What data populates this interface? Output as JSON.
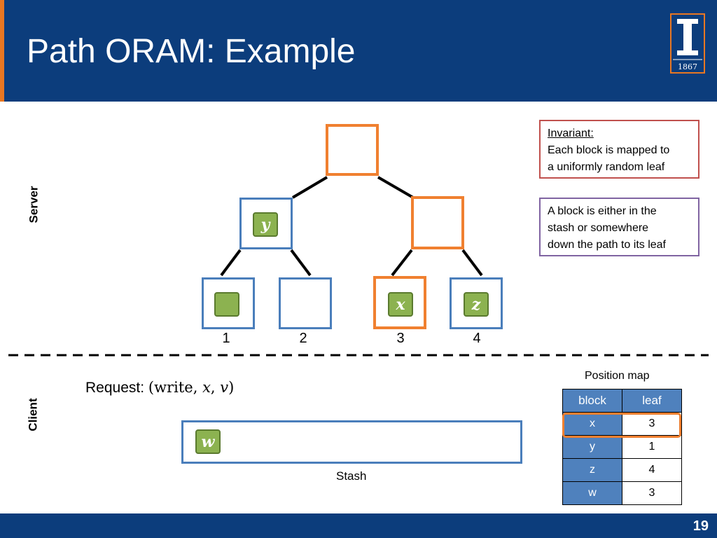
{
  "title": "Path ORAM: Example",
  "logo": {
    "year": "1867"
  },
  "page_number": "19",
  "sections": {
    "server": "Server",
    "client": "Client"
  },
  "tree": {
    "blocks": {
      "y": "y",
      "x": "x",
      "z": "z"
    },
    "leaf_labels": [
      "1",
      "2",
      "3",
      "4"
    ]
  },
  "notes": {
    "invariant_heading": "Invariant:",
    "invariant_line1": "Each block is mapped to",
    "invariant_line2": "a uniformly random leaf",
    "path_line1": "A block is either in the",
    "path_line2": "stash or somewhere",
    "path_line3": "down the path to its leaf"
  },
  "request": {
    "label": "Request:",
    "op": "write",
    "block": "x",
    "value": "v"
  },
  "stash": {
    "label": "Stash",
    "block": "w"
  },
  "position_map": {
    "title": "Position map",
    "headers": [
      "block",
      "leaf"
    ],
    "rows": [
      {
        "block": "x",
        "leaf": "3"
      },
      {
        "block": "y",
        "leaf": "1"
      },
      {
        "block": "z",
        "leaf": "4"
      },
      {
        "block": "w",
        "leaf": "3"
      }
    ]
  },
  "colors": {
    "header": "#0c3d7c",
    "accent": "#e87722",
    "node_blue": "#4a7ebb",
    "node_orange": "#f08030",
    "block_green": "#8cb250"
  }
}
